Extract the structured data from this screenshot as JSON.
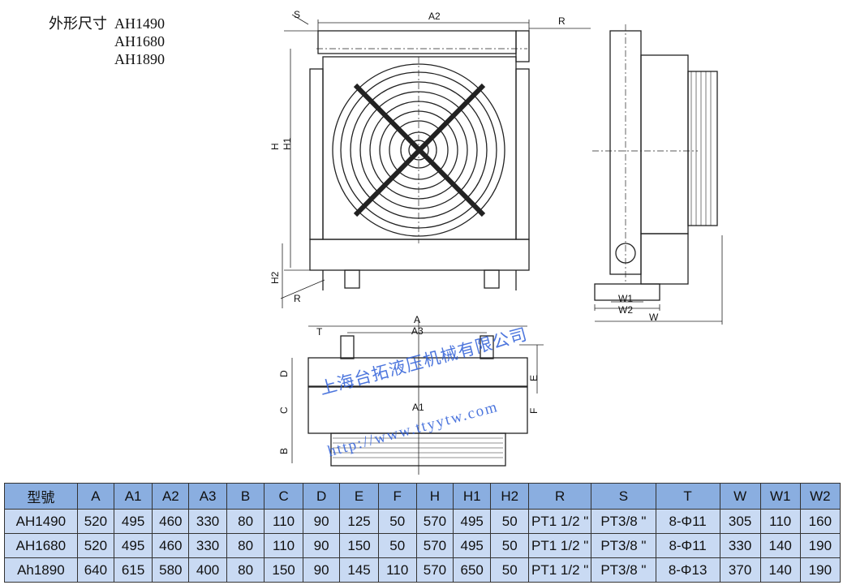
{
  "title": {
    "label": "外形尺寸",
    "models": [
      "AH1490",
      "AH1680",
      "AH1890"
    ]
  },
  "labels": {
    "S": "S",
    "A2": "A2",
    "R": "R",
    "H": "H",
    "H1": "H1",
    "H2": "H2",
    "R2": "R",
    "W1": "W1",
    "W2": "W2",
    "W": "W",
    "A": "A",
    "A3": "A3",
    "T": "T",
    "D": "D",
    "C": "C",
    "B": "B",
    "A1": "A1",
    "E": "E",
    "F": "F"
  },
  "watermark": {
    "company": "上海台拓液压机械有限公司",
    "url": "http://www.ttyytw.com"
  },
  "table": {
    "headers": [
      "型號",
      "A",
      "A1",
      "A2",
      "A3",
      "B",
      "C",
      "D",
      "E",
      "F",
      "H",
      "H1",
      "H2",
      "R",
      "S",
      "T",
      "W",
      "W1",
      "W2"
    ],
    "rows": [
      [
        "AH1490",
        "520",
        "495",
        "460",
        "330",
        "80",
        "110",
        "90",
        "125",
        "50",
        "570",
        "495",
        "50",
        "PT1 1/2 \"",
        "PT3/8 \"",
        "8-Φ11",
        "305",
        "110",
        "160"
      ],
      [
        "AH1680",
        "520",
        "495",
        "460",
        "330",
        "80",
        "110",
        "90",
        "150",
        "50",
        "570",
        "495",
        "50",
        "PT1 1/2 \"",
        "PT3/8 \"",
        "8-Φ11",
        "330",
        "140",
        "190"
      ],
      [
        "Ah1890",
        "640",
        "615",
        "580",
        "400",
        "80",
        "150",
        "90",
        "145",
        "110",
        "570",
        "650",
        "50",
        "PT1 1/2 \"",
        "PT3/8 \"",
        "8-Φ13",
        "370",
        "140",
        "190"
      ]
    ]
  },
  "colors": {
    "header": "#8aaee0",
    "row": "#c9daf3",
    "watermark": "#2f5fd8"
  }
}
